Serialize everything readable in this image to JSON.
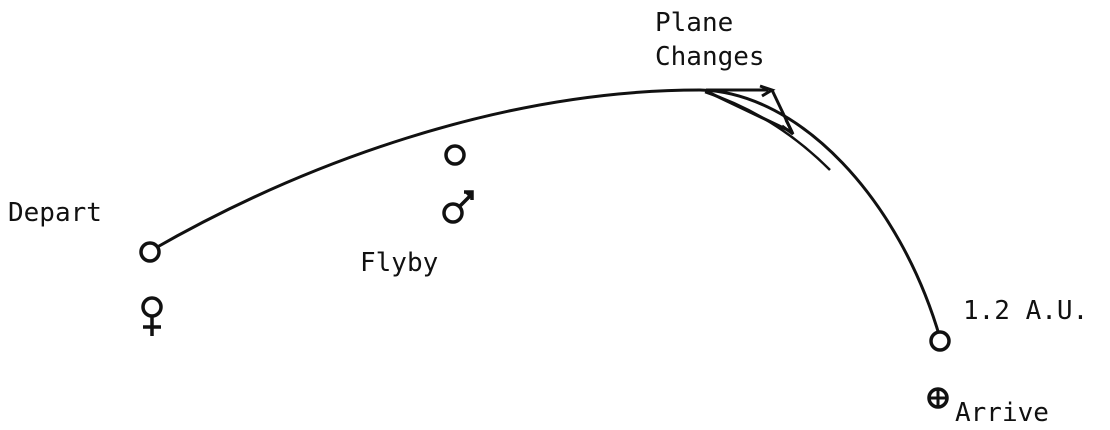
{
  "labels": {
    "plane_changes_line1": "Plane",
    "plane_changes_line2": "Changes",
    "depart": "Depart",
    "flyby": "Flyby",
    "distance": "1.2 A.U.",
    "arrive": "Arrive"
  },
  "symbols": {
    "venus": "venus-symbol-icon",
    "mars": "mars-symbol-icon",
    "earth": "earth-symbol-icon"
  },
  "colors": {
    "ink": "#111111",
    "background": "#ffffff"
  }
}
